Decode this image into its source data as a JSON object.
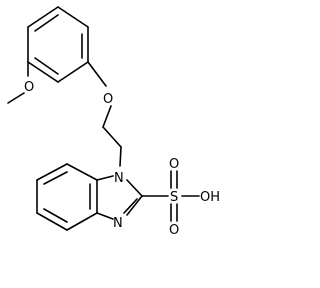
{
  "molecule": {
    "atoms": {
      "methoxy_o": "O",
      "ether_o": "O",
      "n1": "N",
      "n3": "N",
      "sulfur": "S",
      "sulfonyl_o_top": "O",
      "sulfonyl_o_bottom": "O",
      "hydroxyl": "OH"
    }
  }
}
